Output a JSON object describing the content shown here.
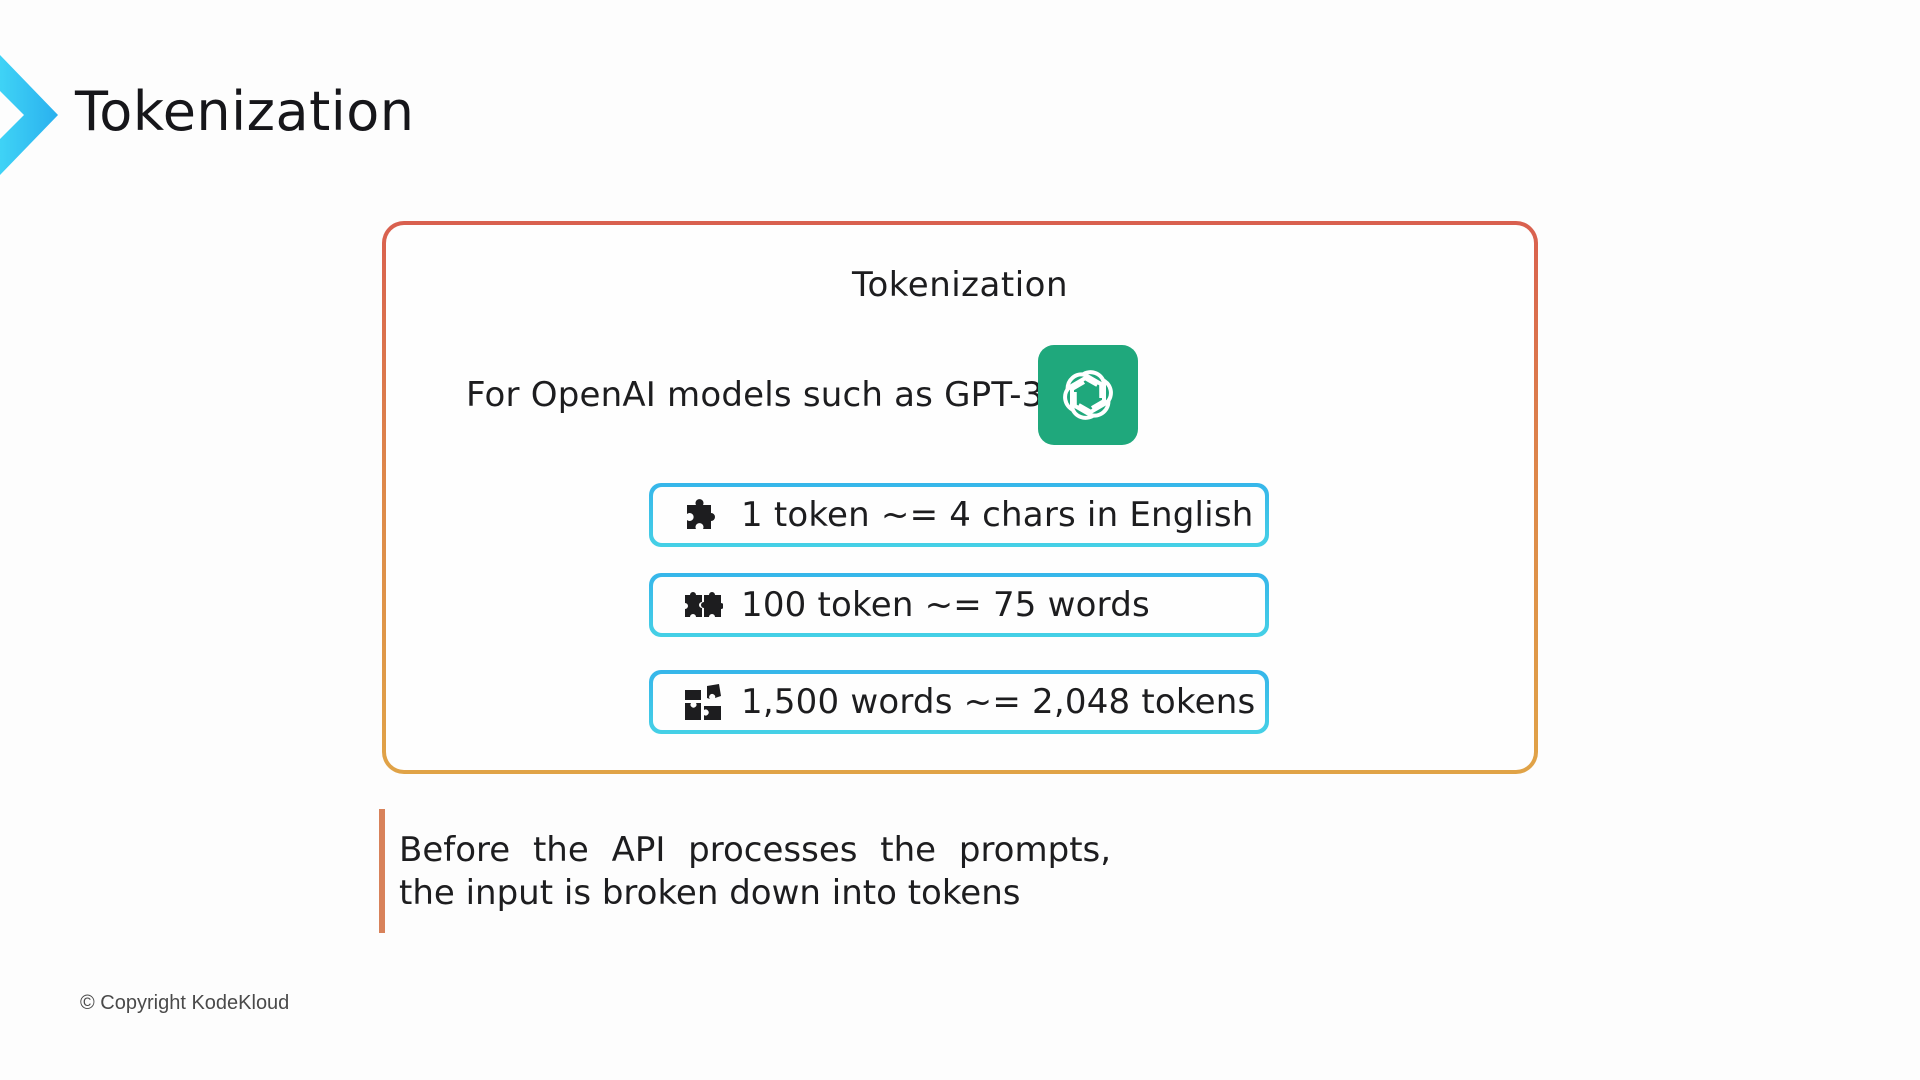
{
  "slide": {
    "title": "Tokenization",
    "accent_color": "#2ec4f2"
  },
  "card": {
    "title": "Tokenization",
    "model_line": "For OpenAI models such as GPT-3",
    "logo": {
      "icon": "openai-logo-icon",
      "color": "#1fa87c"
    },
    "border_gradient": [
      "#d9604f",
      "#e0a347"
    ],
    "facts": [
      {
        "icon": "puzzle-piece-icon",
        "text": "1 token ~= 4 chars in English"
      },
      {
        "icon": "puzzle-pieces-joined-icon",
        "text": "100 token ~= 75 words"
      },
      {
        "icon": "puzzle-pieces-assembling-icon",
        "text": "1,500 words ~= 2,048 tokens"
      }
    ]
  },
  "note": {
    "lines": [
      "Before the API processes the prompts,",
      "the input is broken down into tokens"
    ],
    "bar_color": "#d8825a"
  },
  "footer": {
    "copyright": "© Copyright KodeKloud"
  }
}
